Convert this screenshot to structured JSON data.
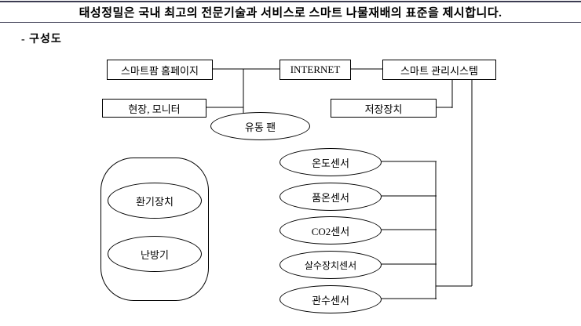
{
  "header": {
    "title": "태성정밀은 국내 최고의 전문기술과 서비스로 스마트 나물재배의 표준을 제시합니다."
  },
  "section": {
    "label": "- 구성도"
  },
  "boxes": {
    "homepage": "스마트팜 홈페이지",
    "internet": "INTERNET",
    "management": "스마트 관리시스템",
    "monitor": "현장, 모니터",
    "storage": "저장장치"
  },
  "nodes": {
    "fan": "유동 팬",
    "vent": "환기장치",
    "heater": "난방기",
    "sensors": [
      "온도센서",
      "품온센서",
      "CO2센서",
      "살수장치센서",
      "관수센서"
    ]
  },
  "colors": {
    "line": "#000000",
    "rule": "#3c3c52",
    "background": "#ffffff"
  }
}
